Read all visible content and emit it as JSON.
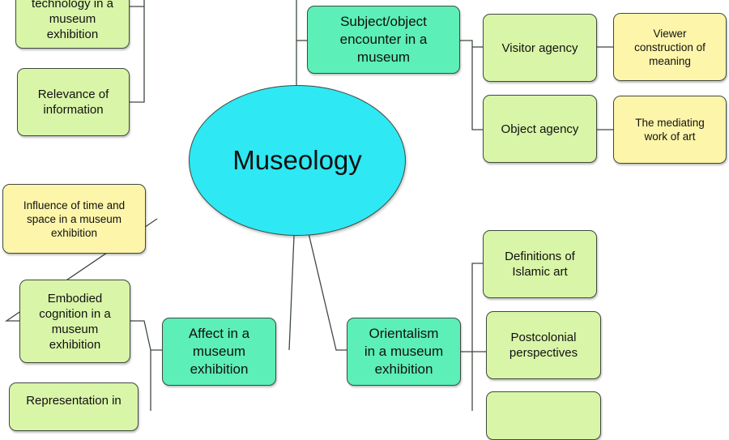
{
  "center": {
    "label": "Museology"
  },
  "nodes": {
    "technology": "technology in a\nmuseum\nexhibition",
    "relevance": "Relevance of\ninformation",
    "subject_object": "Subject/object\nencounter in a\nmuseum",
    "visitor_agency": "Visitor agency",
    "viewer_meaning": "Viewer\nconstruction of\nmeaning",
    "object_agency": "Object agency",
    "mediating_art": "The mediating\nwork of art",
    "time_space": "Influence of time and\nspace in a museum\nexhibition",
    "embodied": "Embodied\ncognition in a\nmuseum\nexhibition",
    "affect": "Affect in a\nmuseum\nexhibition",
    "representation": "Representation in",
    "orientalism": "Orientalism\nin a museum\nexhibition",
    "islamic_art": "Definitions of\nIslamic art",
    "postcolonial": "Postcolonial\nperspectives",
    "bottom_right": ""
  },
  "colors": {
    "center_fill": "#2ee8f3",
    "main_branch_fill": "#5cefb8",
    "sub_branch_fill": "#d9f5a8",
    "leaf_fill": "#fdf6aa",
    "line": "#3f4a3f"
  }
}
